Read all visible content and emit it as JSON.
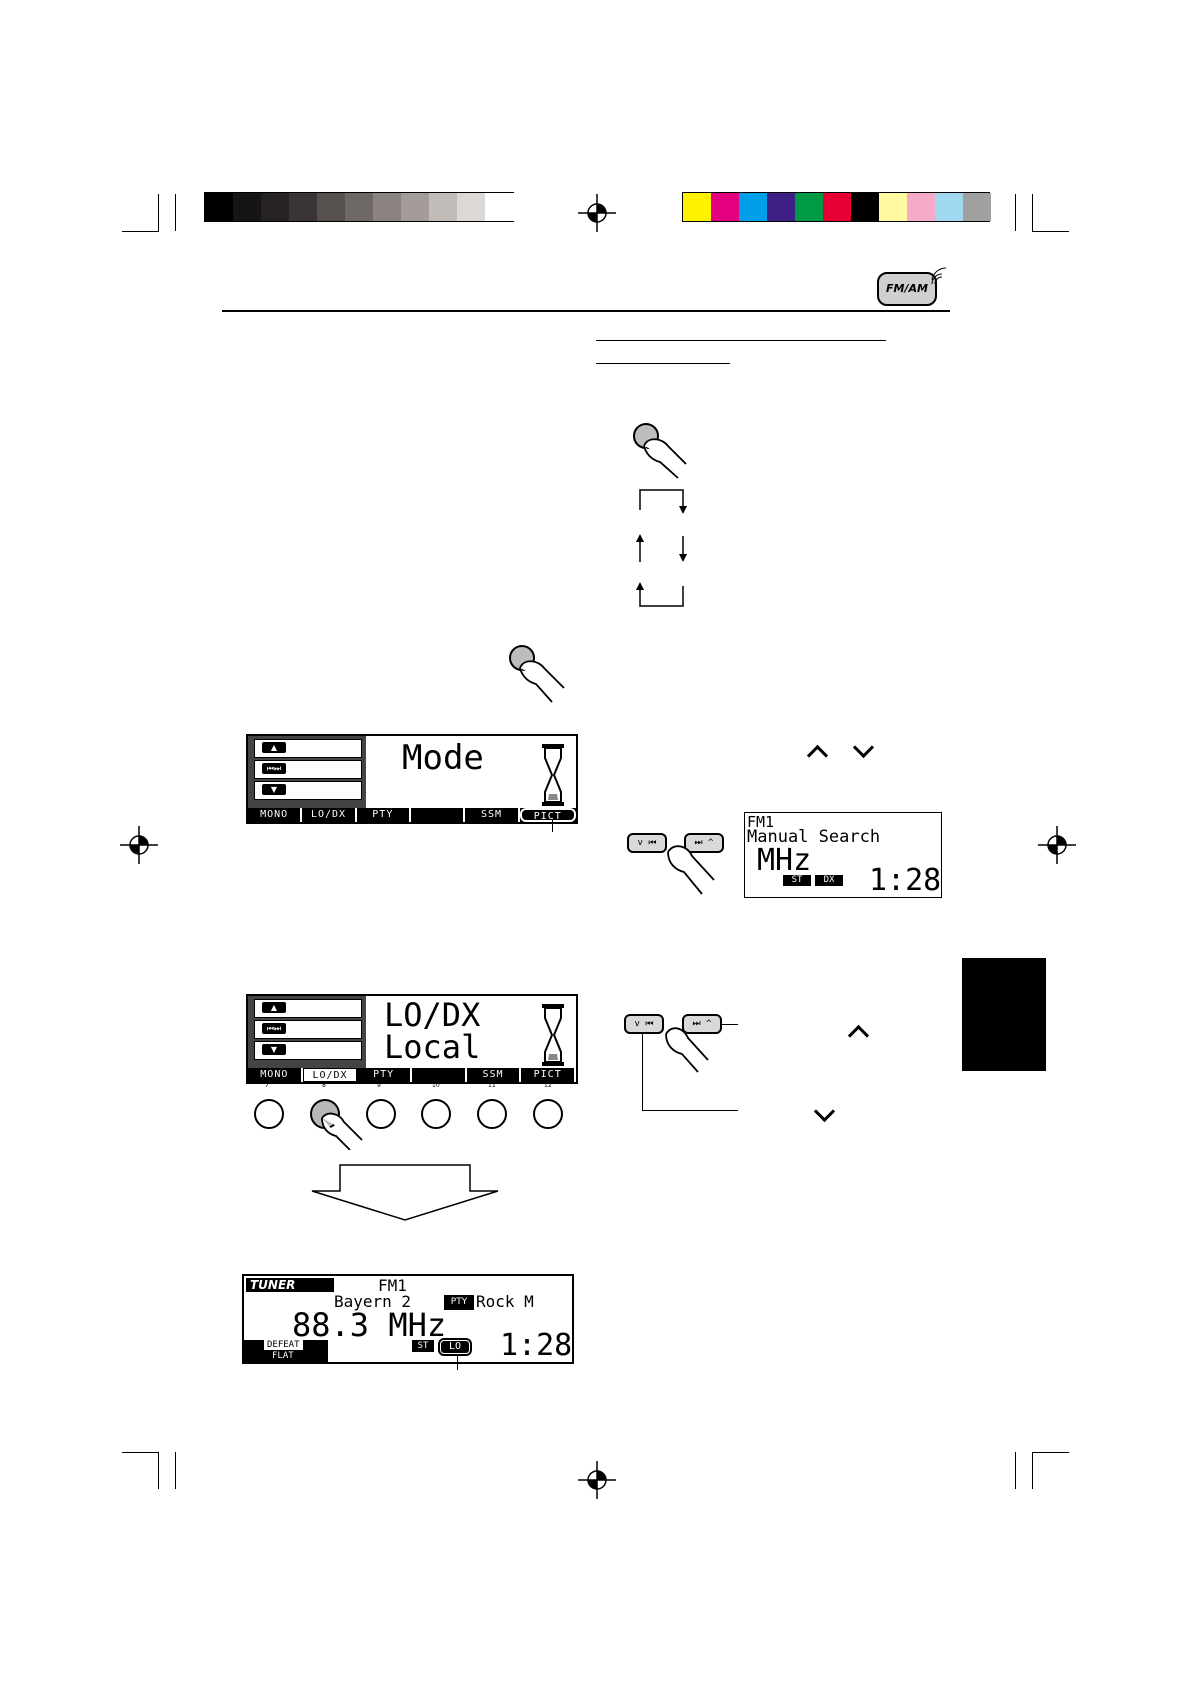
{
  "colors": {
    "gray_strip": [
      "#000000",
      "#151515",
      "#262222",
      "#3a3534",
      "#56504e",
      "#6e6866",
      "#8a8381",
      "#a39c9a",
      "#c2bcb9",
      "#dcd8d6",
      "#ffffff"
    ],
    "color_strip": [
      "#fff200",
      "#e4007f",
      "#00a0e9",
      "#3e1f86",
      "#009944",
      "#e60033",
      "#000000",
      "#fffaa0",
      "#f5aac8",
      "#a0d8ef",
      "#a0a0a0"
    ],
    "tab_black": "#000000",
    "lcd_bg": "#ffffff"
  },
  "header": {
    "badge": "FM/AM"
  },
  "display_mode": {
    "title": "Mode",
    "softkeys": [
      "MONO",
      "LO/DX",
      "PTY",
      "",
      "SSM",
      "PICT"
    ],
    "icons": [
      "up-arrow",
      "prev-next",
      "down-arrow"
    ]
  },
  "display_lodx": {
    "line1": "LO/DX",
    "line2": "Local",
    "softkeys": [
      "MONO",
      "LO/DX",
      "PTY",
      "",
      "SSM",
      "PICT"
    ],
    "button_numbers": [
      "7",
      "8",
      "9",
      "10",
      "11",
      "12"
    ]
  },
  "display_tuner": {
    "logo": "TUNER",
    "band": "FM1",
    "station": "Bayern 2",
    "pty_badge": "PTY",
    "pty": "Rock M",
    "frequency": "88.3 MHz",
    "defeat": "DEFEAT",
    "flat": "FLAT",
    "st": "ST",
    "lo": "LO",
    "clock": "1:28"
  },
  "display_manual": {
    "band": "FM1",
    "mode": "Manual Search",
    "unit": "MHz",
    "st": "ST",
    "dx": "DX",
    "clock": "1:28"
  },
  "seek_buttons": {
    "down": "v ⏮",
    "up": "⏭ ^"
  }
}
